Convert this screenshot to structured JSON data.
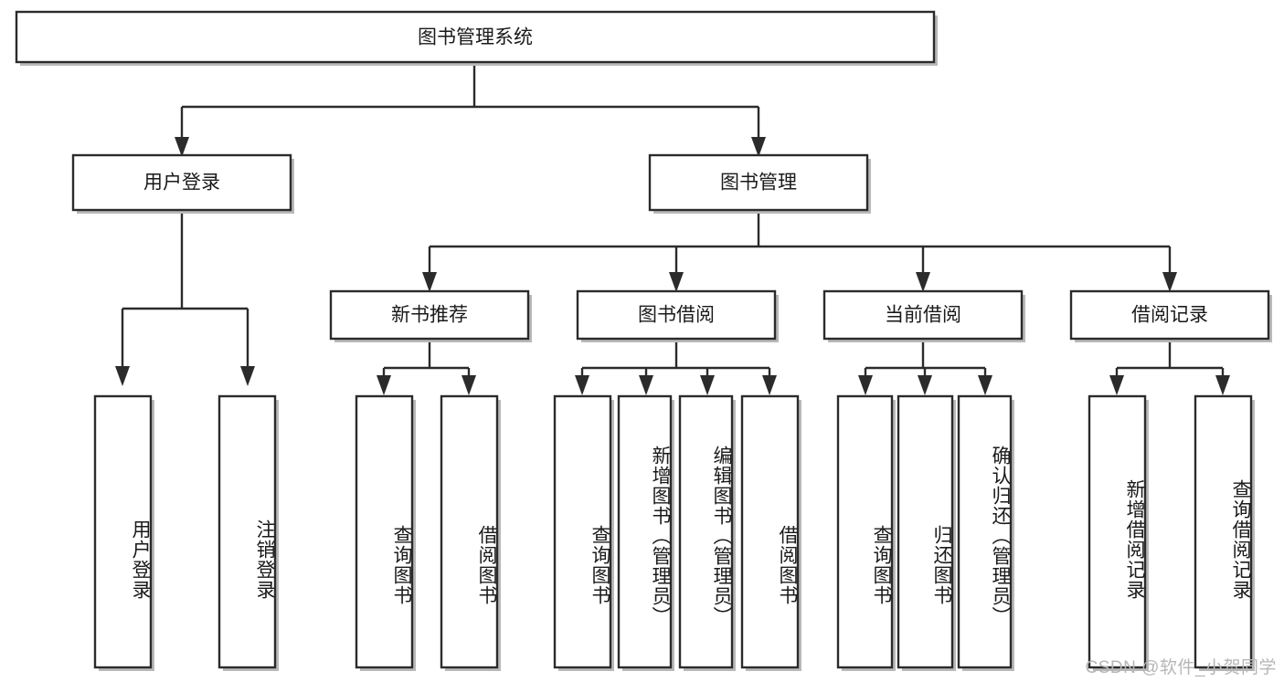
{
  "diagram": {
    "type": "tree-hierarchy-flowchart",
    "root": {
      "id": "root",
      "label": "图书管理系统"
    },
    "level2": [
      {
        "id": "user-login",
        "label": "用户登录"
      },
      {
        "id": "book-manage",
        "label": "图书管理"
      }
    ],
    "level3": [
      {
        "id": "new-book-rec",
        "label": "新书推荐",
        "parent": "book-manage"
      },
      {
        "id": "book-borrow",
        "label": "图书借阅",
        "parent": "book-manage"
      },
      {
        "id": "current-borrow",
        "label": "当前借阅",
        "parent": "book-manage"
      },
      {
        "id": "borrow-record",
        "label": "借阅记录",
        "parent": "book-manage"
      }
    ],
    "leaves": {
      "user-login": [
        {
          "id": "leaf-user-login",
          "label": "用户登录"
        },
        {
          "id": "leaf-logout-login",
          "label": "注销登录"
        }
      ],
      "new-book-rec": [
        {
          "id": "leaf-query-book-1",
          "label": "查询图书"
        },
        {
          "id": "leaf-borrow-book-1",
          "label": "借阅图书"
        }
      ],
      "book-borrow": [
        {
          "id": "leaf-query-book-2",
          "label": "查询图书"
        },
        {
          "id": "leaf-add-book",
          "label": "新增图书（管理员）"
        },
        {
          "id": "leaf-edit-book",
          "label": "编辑图书（管理员）"
        },
        {
          "id": "leaf-borrow-book-2",
          "label": "借阅图书"
        }
      ],
      "current-borrow": [
        {
          "id": "leaf-query-book-3",
          "label": "查询图书"
        },
        {
          "id": "leaf-return-book",
          "label": "归还图书"
        },
        {
          "id": "leaf-confirm-return",
          "label": "确认归还（管理员）"
        }
      ],
      "borrow-record": [
        {
          "id": "leaf-add-record",
          "label": "新增借阅记录"
        },
        {
          "id": "leaf-query-record",
          "label": "查询借阅记录"
        }
      ]
    }
  },
  "watermark": {
    "text": "CSDN @软件_小贺同学"
  },
  "colors": {
    "stroke": "#2b2b2b",
    "fill": "#ffffff",
    "text": "#1a1a1a",
    "shadow": "#b9b9b9",
    "watermark": "#b6b6b6"
  }
}
